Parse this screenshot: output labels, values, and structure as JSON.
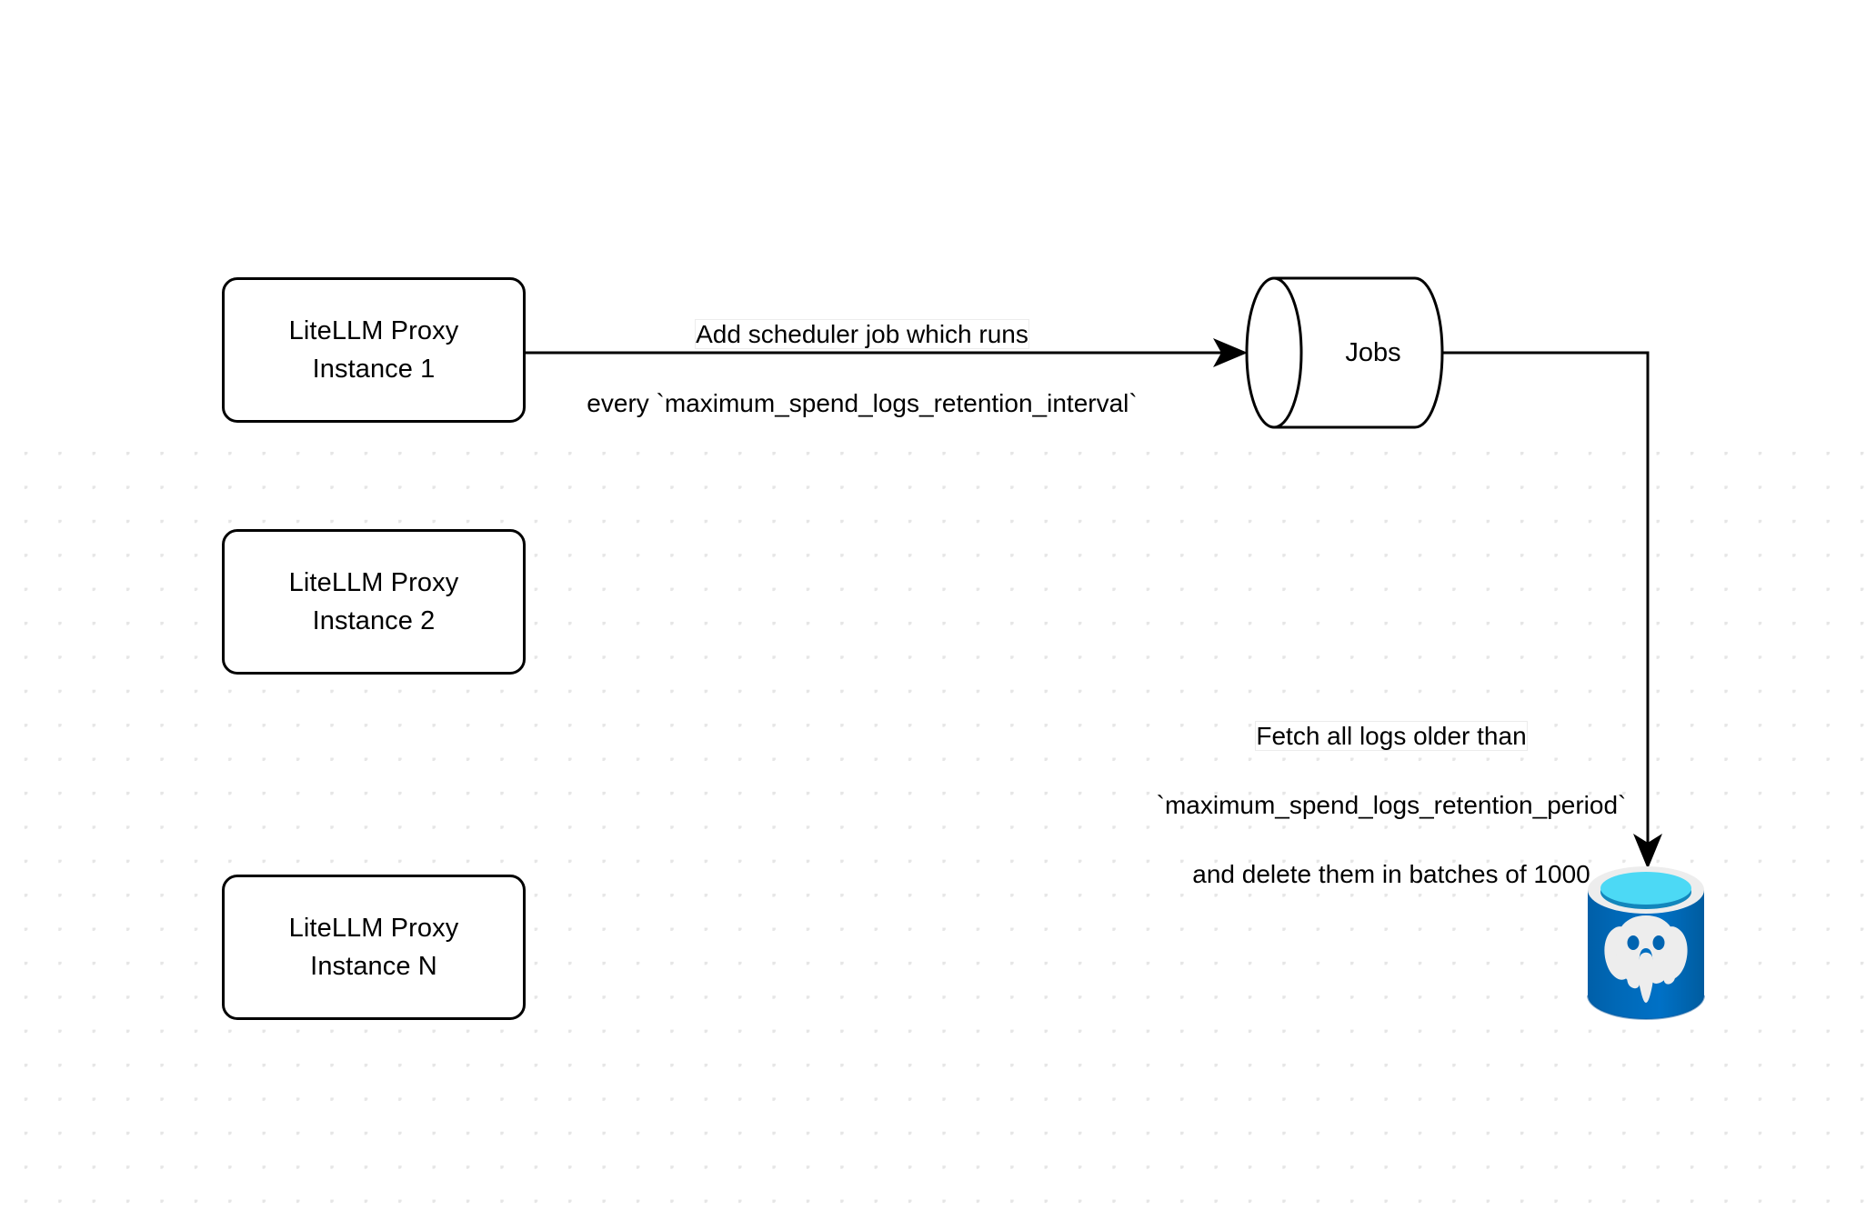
{
  "diagram": {
    "title": "LiteLLM Proxy spend logs retention scheduler flow",
    "background": {
      "color": "#ffffff",
      "grid": "dotted",
      "grid_dot_color": "#e6e6e6"
    },
    "nodes": [
      {
        "id": "proxy-1",
        "shape": "rounded-rectangle",
        "label": "LiteLLM Proxy\nInstance 1",
        "stroke": "#000000",
        "fill": "#ffffff"
      },
      {
        "id": "proxy-2",
        "shape": "rounded-rectangle",
        "label": "LiteLLM Proxy\nInstance 2",
        "stroke": "#000000",
        "fill": "#ffffff"
      },
      {
        "id": "proxy-n",
        "shape": "rounded-rectangle",
        "label": "LiteLLM Proxy\nInstance N",
        "stroke": "#000000",
        "fill": "#ffffff"
      },
      {
        "id": "jobs",
        "shape": "cylinder-horizontal",
        "label": "Jobs",
        "stroke": "#000000",
        "fill": "#ffffff"
      },
      {
        "id": "postgres",
        "shape": "database-icon",
        "label": "",
        "icon": "postgresql-icon",
        "body_color": "#0064B1",
        "rim_color": "#ededed",
        "top_color": "#4CD9F5",
        "liquid_color": "#1286BC",
        "elephant_color": "#ededed"
      }
    ],
    "edges": [
      {
        "id": "edge-add-scheduler-job",
        "from": "proxy-1",
        "to": "jobs",
        "arrow": "filled-triangle",
        "label_line_1": "Add scheduler job which runs",
        "label_line_2": "every `maximum_spend_logs_retention_interval`",
        "label_highlight": "Add scheduler"
      },
      {
        "id": "edge-fetch-delete-logs",
        "from": "jobs",
        "to": "postgres",
        "arrow": "filled-triangle",
        "label_line_1": "Fetch all logs older than",
        "label_line_2": "`maximum_spend_logs_retention_period`",
        "label_line_3": "and delete them in batches of 1000",
        "label_highlight": "Fetch all logs older than"
      }
    ]
  }
}
